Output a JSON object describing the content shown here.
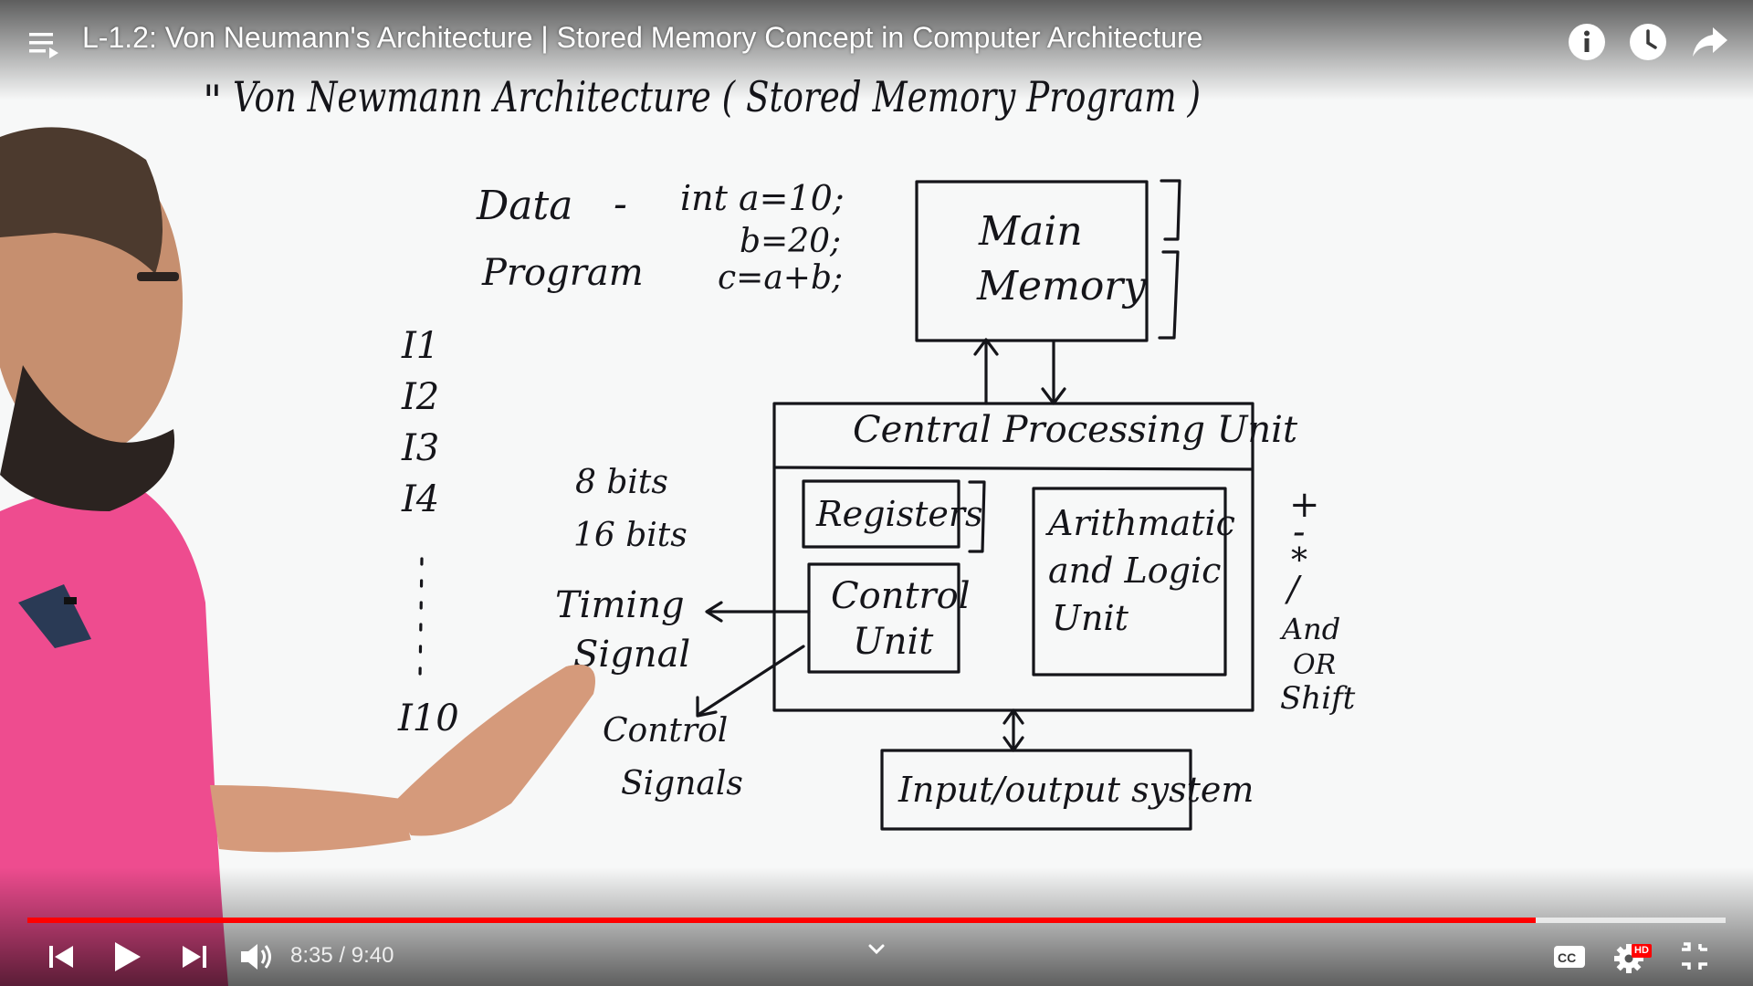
{
  "video": {
    "title": "L-1.2: Von Neumann's Architecture | Stored Memory Concept in Computer Architecture",
    "current_time": "8:35",
    "duration": "9:40",
    "time_display": "8:35 / 9:40",
    "progress_fraction": 0.888,
    "buffered_fraction": 1.0,
    "quality_badge": "HD"
  },
  "top_controls": {
    "playlist_icon": "playlist-icon",
    "info_icon": "info-icon",
    "watch_later_icon": "clock-icon",
    "share_icon": "share-arrow-icon"
  },
  "bottom_controls": {
    "prev_icon": "skip-previous-icon",
    "play_icon": "play-icon",
    "next_icon": "skip-next-icon",
    "volume_icon": "volume-icon",
    "chevron_icon": "chevron-down-icon",
    "captions_icon": "cc-icon",
    "settings_icon": "gear-icon",
    "exit_fullscreen_icon": "exit-fullscreen-icon"
  },
  "whiteboard": {
    "heading": "Von Newmann Architecture ( Stored Memory Program )",
    "data_label": "Data",
    "dash": "-",
    "program_label": "Program",
    "code_line_1": "int a=10;",
    "code_line_2": "b=20;",
    "code_line_3": "c=a+b;",
    "instructions": [
      "I1",
      "I2",
      "I3",
      "I4",
      "I10"
    ],
    "bits_1": "8 bits",
    "bits_2": "16 bits",
    "timing_line_1": "Timing",
    "timing_line_2": "Signal",
    "control_sig_line_1": "Control",
    "control_sig_line_2": "Signals",
    "main_memory_line_1": "Main",
    "main_memory_line_2": "Memory",
    "cpu_label": "Central Processing Unit",
    "registers_label": "Registers",
    "control_unit_line_1": "Control",
    "control_unit_line_2": "Unit",
    "alu_line_1": "Arithmatic",
    "alu_line_2": "and Logic",
    "alu_line_3": "Unit",
    "io_label": "Input/output system",
    "ops": [
      "+",
      "-",
      "*",
      "/",
      "And",
      "OR",
      "Shift"
    ]
  },
  "colors": {
    "progress_played": "#ff0000",
    "ink": "#15151a",
    "board": "#f7f8f8",
    "shirt": "#ee4c8f"
  }
}
